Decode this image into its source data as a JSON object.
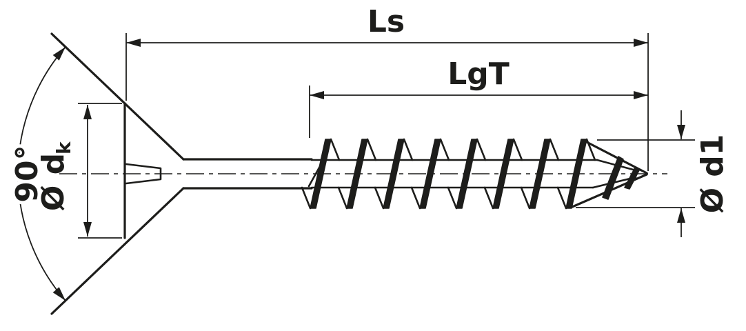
{
  "drawing": {
    "dimensions": {
      "total_length": "Ls",
      "thread_length": "LgT",
      "head_angle": "90°",
      "head_diameter_main": "Ø d",
      "head_diameter_sub": "k",
      "thread_diameter": "Ø d1"
    },
    "colors": {
      "ink": "#1d1d1b",
      "background": "#ffffff"
    }
  }
}
